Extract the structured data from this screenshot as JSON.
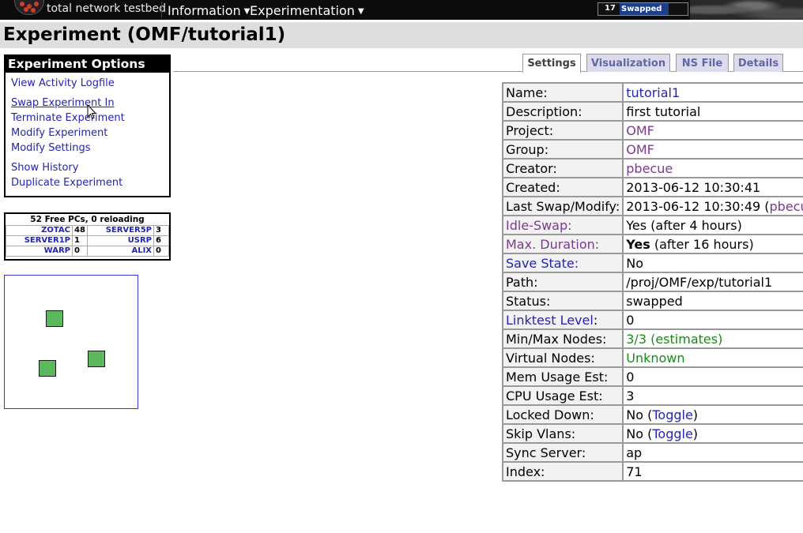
{
  "topbar": {
    "site_title": "total network testbed",
    "menu": [
      "Information",
      "Experimentation"
    ],
    "swap_count": "17",
    "swap_label": "Swapped"
  },
  "page": {
    "title": "Experiment (OMF/tutorial1)"
  },
  "options": {
    "header": "Experiment Options",
    "links": [
      "View Activity Logfile",
      "Swap Experiment In",
      "Terminate Experiment",
      "Modify Experiment",
      "Modify Settings",
      "Show History",
      "Duplicate Experiment"
    ]
  },
  "freepcs": {
    "header": "52 Free PCs, 0 reloading",
    "rows": [
      [
        "ZOTAC",
        "48",
        "SERVER5P",
        "3"
      ],
      [
        "SERVER1P",
        "1",
        "USRP",
        "6"
      ],
      [
        "WARP",
        "0",
        "ALIX",
        "0"
      ]
    ]
  },
  "tabs": [
    "Settings",
    "Visualization",
    "NS File",
    "Details"
  ],
  "details": {
    "name_label": "Name:",
    "name": "tutorial1",
    "description_label": "Description:",
    "description": "first tutorial",
    "project_label": "Project:",
    "project": "OMF",
    "group_label": "Group:",
    "group": "OMF",
    "creator_label": "Creator:",
    "creator": "pbecue",
    "created_label": "Created:",
    "created": "2013-06-12 10:30:41",
    "lastswap_label": "Last Swap/Modify:",
    "lastswap_date": "2013-06-12 10:30:49 (",
    "lastswap_user": "pbecue",
    "lastswap_close": ")",
    "idleswap_label": "Idle-Swap:",
    "idleswap": "Yes (after 4 hours)",
    "maxdur_label": "Max. Duration:",
    "maxdur_yes": "Yes",
    "maxdur_rest": " (after 16 hours)",
    "savestate_label": "Save State:",
    "savestate": "No",
    "path_label": "Path:",
    "path": "/proj/OMF/exp/tutorial1",
    "status_label": "Status:",
    "status": "swapped",
    "linktest_label": "Linktest Level",
    "linktest_colon": ":",
    "linktest": "0",
    "minmax_label": "Min/Max Nodes:",
    "minmax": "3/3 (estimates)",
    "vnodes_label": "Virtual Nodes:",
    "vnodes": "Unknown",
    "mem_label": "Mem Usage Est:",
    "mem": "0",
    "cpu_label": "CPU Usage Est:",
    "cpu": "3",
    "locked_label": "Locked Down:",
    "locked_pre": "No (",
    "locked_toggle": "Toggle",
    "locked_post": ")",
    "skipvlans_label": "Skip Vlans:",
    "skipvlans_pre": "No (",
    "skipvlans_toggle": "Toggle",
    "skipvlans_post": ")",
    "sync_label": "Sync Server:",
    "sync": "ap",
    "index_label": "Index:",
    "index": "71"
  }
}
